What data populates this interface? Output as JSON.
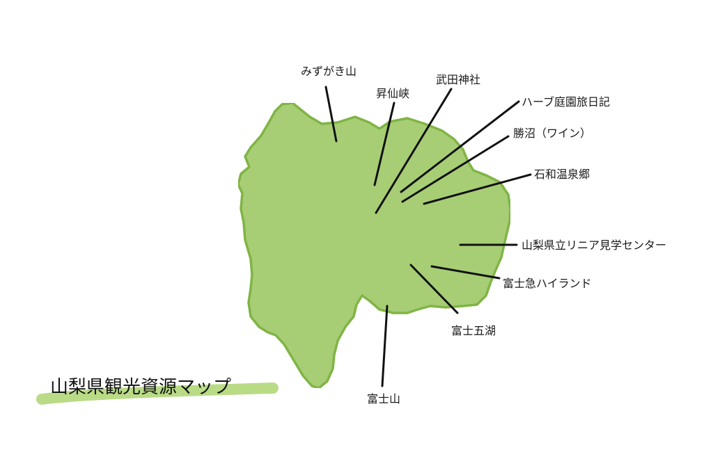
{
  "title": "山梨県観光資源マップ",
  "colors": {
    "region_fill": "#a8cf74",
    "region_stroke": "#7db33e",
    "title_highlight": "#b5d97f",
    "leader_line": "#111111",
    "text": "#1a1a1a"
  },
  "places": [
    {
      "id": "mizugaki",
      "label": "みずがき山"
    },
    {
      "id": "shosenkyo",
      "label": "昇仙峡"
    },
    {
      "id": "takeda",
      "label": "武田神社"
    },
    {
      "id": "herb",
      "label": "ハーブ庭園旅日記"
    },
    {
      "id": "katsunuma",
      "label": "勝沼（ワイン）"
    },
    {
      "id": "isawa",
      "label": "石和温泉郷"
    },
    {
      "id": "linear",
      "label": "山梨県立リニア見学センター"
    },
    {
      "id": "fujikyu",
      "label": "富士急ハイランド"
    },
    {
      "id": "goko",
      "label": "富士五湖"
    },
    {
      "id": "fujisan",
      "label": "富士山"
    }
  ]
}
